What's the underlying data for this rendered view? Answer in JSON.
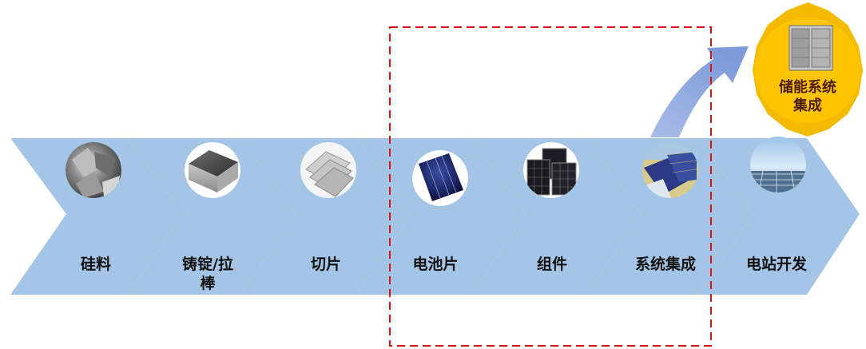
{
  "colors": {
    "chevron": "#a4c5e5",
    "arrow": "#8ba8dd",
    "dashed_box": "#dd1111",
    "badge_outer": "#f2ba00",
    "badge_inner": "#ffc400",
    "label_text": "#111111"
  },
  "steps": [
    {
      "label": "硅料",
      "icon": "silicon-chunk-icon"
    },
    {
      "label": "铸锭/拉",
      "label_line2": "棒",
      "icon": "silicon-ingot-icon"
    },
    {
      "label": "切片",
      "icon": "wafer-stack-icon"
    },
    {
      "label": "电池片",
      "icon": "solar-cell-icon"
    },
    {
      "label": "组件",
      "icon": "solar-module-icon"
    },
    {
      "label": "系统集成",
      "icon": "system-integration-icon"
    },
    {
      "label": "电站开发",
      "icon": "solar-farm-icon"
    }
  ],
  "badge": {
    "line1": "储能系统",
    "line2": "集成",
    "icon": "battery-cabinet-icon"
  }
}
